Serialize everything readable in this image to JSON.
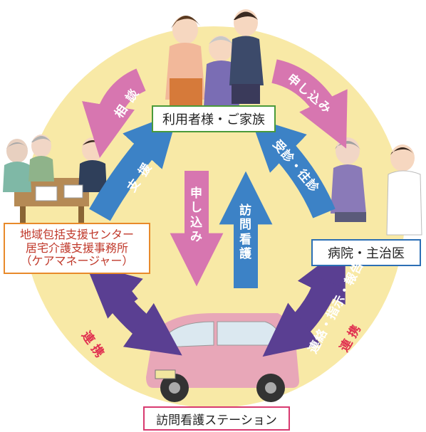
{
  "nodes": {
    "top": "利用者様・ご家族",
    "left_line1": "地域包括支援センター",
    "left_line2": "居宅介護支援事務所",
    "left_line3": "（ケアマネージャー）",
    "right": "病院・主治医",
    "bottom": "訪問看護ステーション"
  },
  "arrow_labels": {
    "consult": "相談",
    "apply_right": "申し込み",
    "support": "支援",
    "visit_exam": "受診・往診",
    "apply_center": [
      "申",
      "し",
      "込",
      "み"
    ],
    "visit_nursing": [
      "訪",
      "問",
      "看",
      "護"
    ],
    "contact_orders": "連絡・指示・報告",
    "cooperate_left": "連 携",
    "cooperate_right": "連 携"
  },
  "colors": {
    "circle": "#f8e9a6",
    "pink_arrow": "#d776b0",
    "blue_arrow": "#3c82c6",
    "purple_arrow": "#5a3f92",
    "red_text": "#e03050"
  }
}
